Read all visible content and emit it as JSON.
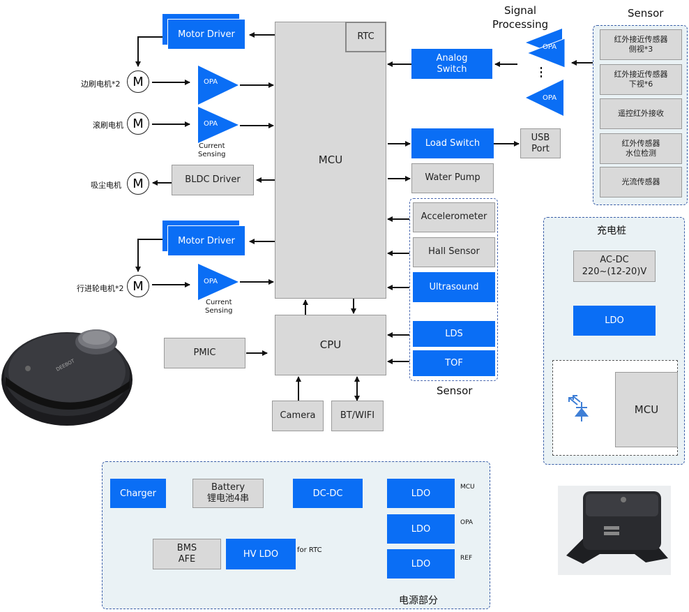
{
  "blocks": {
    "motor_driver_1": "Motor Driver",
    "motor_driver_2": "Motor Driver",
    "bldc_driver": "BLDC Driver",
    "mcu": "MCU",
    "rtc": "RTC",
    "cpu": "CPU",
    "pmic": "PMIC",
    "camera": "Camera",
    "bt_wifi": "BT/WIFI",
    "analog_switch": "Analog\nSwitch",
    "load_switch": "Load Switch",
    "usb_port": "USB\nPort",
    "water_pump": "Water Pump",
    "accelerometer": "Accelerometer",
    "hall_sensor": "Hall Sensor",
    "ultrasound": "Ultrasound",
    "lds": "LDS",
    "tof": "TOF"
  },
  "opa_label": "OPA",
  "current_sensing": "Current\nSensing",
  "motor_symbol": "M",
  "motors": {
    "side_brush": "边刷电机*2",
    "roller_brush": "滚刷电机",
    "vacuum": "吸尘电机",
    "wheel": "行进轮电机*2"
  },
  "signal_processing": "Signal\nProcessing",
  "sensor_title_right": "Sensor",
  "sensor_title_mid": "Sensor",
  "right_sensors": [
    "红外接近传感器\n侧视*3",
    "红外接近传感器\n下视*6",
    "遥控红外接收",
    "红外传感器\n水位检测",
    "光流传感器"
  ],
  "charging_station": {
    "title": "充电桩",
    "acdc": "AC-DC\n220~(12-20)V",
    "ldo": "LDO",
    "mcu": "MCU"
  },
  "power": {
    "title": "电源部分",
    "charger": "Charger",
    "battery": "Battery\n锂电池4串",
    "dcdc": "DC-DC",
    "ldo": "LDO",
    "bms": "BMS\nAFE",
    "hv_ldo": "HV LDO",
    "for_rtc": "for RTC",
    "out_mcu": "MCU",
    "out_opa": "OPA",
    "out_ref": "REF"
  },
  "robot_brand": "DEEBOT"
}
